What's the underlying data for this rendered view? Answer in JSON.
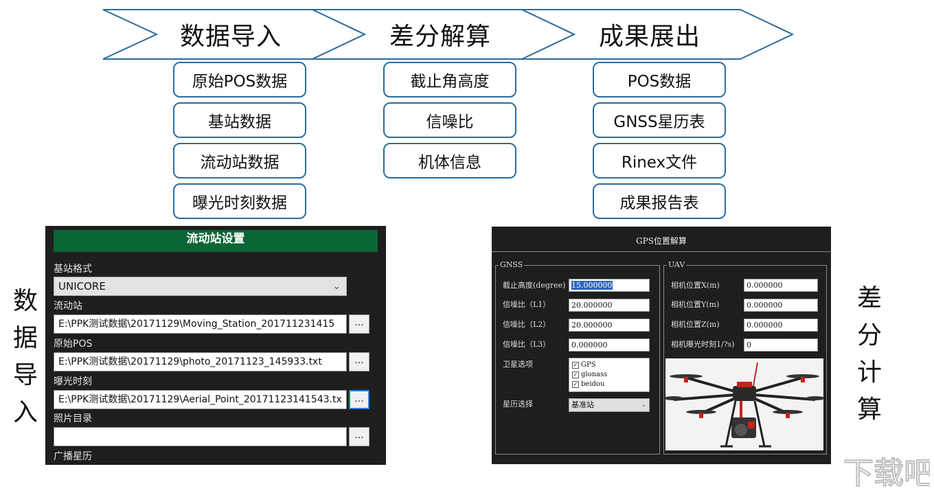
{
  "banner": {
    "steps": [
      "数据导入",
      "差分解算",
      "成果展出"
    ],
    "colors": {
      "stroke": "#2b6c9c",
      "fill": "#ffffff"
    }
  },
  "columns": {
    "import": [
      "原始POS数据",
      "基站数据",
      "流动站数据",
      "曝光时刻数据"
    ],
    "solve": [
      "截止角高度",
      "信噪比",
      "机体信息"
    ],
    "output": [
      "POS数据",
      "GNSS星历表",
      "Rinex文件",
      "成果报告表"
    ]
  },
  "side_labels": {
    "left": [
      "数",
      "据",
      "导",
      "入"
    ],
    "right": [
      "差",
      "分",
      "计",
      "算"
    ]
  },
  "left_panel": {
    "title": "流动站设置",
    "base_format_label": "基站格式",
    "base_format_value": "UNICORE",
    "rover_label": "流动站",
    "rover_value": "E:\\PPK测试数据\\20171129\\Moving_Station_201711231415",
    "pos_label": "原始POS",
    "pos_value": "E:\\PPK测试数据\\20171129\\photo_20171123_145933.txt",
    "exposure_label": "曝光时刻",
    "exposure_value": "E:\\PPK测试数据\\20171129\\Aerial_Point_20171123141543.tx",
    "photo_dir_label": "照片目录",
    "photo_dir_value": "",
    "ephemeris_label": "广播星历",
    "browse_label": "...",
    "colors": {
      "title_bg": "#096634",
      "panel_bg": "#1e1e1e"
    }
  },
  "right_panel": {
    "title": "GPS位置解算",
    "gnss_group": "GNSS",
    "uav_group": "UAV",
    "cutoff_label": "截止高度(degree)",
    "cutoff_value": "15.000000",
    "snr1_label": "信噪比（L1）",
    "snr1_value": "20.000000",
    "snr2_label": "信噪比（L2）",
    "snr2_value": "20.000000",
    "snr3_label": "信噪比（L3）",
    "snr3_value": "0.000000",
    "sat_label": "卫星选项",
    "sat_options": [
      "GPS",
      "glonass",
      "beidou"
    ],
    "eph_label": "星历选择",
    "eph_value": "基准站",
    "camx_label": "相机位置X(m)",
    "camx_value": "0.000000",
    "camy_label": "相机位置Y(m)",
    "camy_value": "0.000000",
    "camz_label": "相机位置Z(m)",
    "camz_value": "0.000000",
    "exp_label": "相机曝光时刻1/?s)",
    "exp_value": "0",
    "image_icon": "drone-icon"
  },
  "watermark": {
    "text": "下载吧",
    "icon": "watermark-icon"
  }
}
